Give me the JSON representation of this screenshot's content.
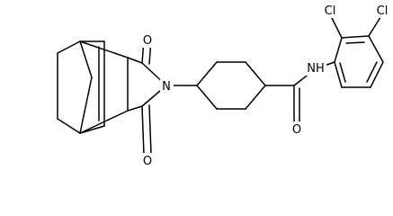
{
  "structure": {
    "atom_labels": {
      "o_top": "O",
      "o_bottom": "O",
      "n_imide": "N",
      "o_amide": "O",
      "nh_amide": "NH",
      "cl_ortho": "Cl",
      "cl_meta": "Cl"
    },
    "colors": {
      "bond": "#000000",
      "label": "#000000",
      "background": "#ffffff"
    }
  }
}
